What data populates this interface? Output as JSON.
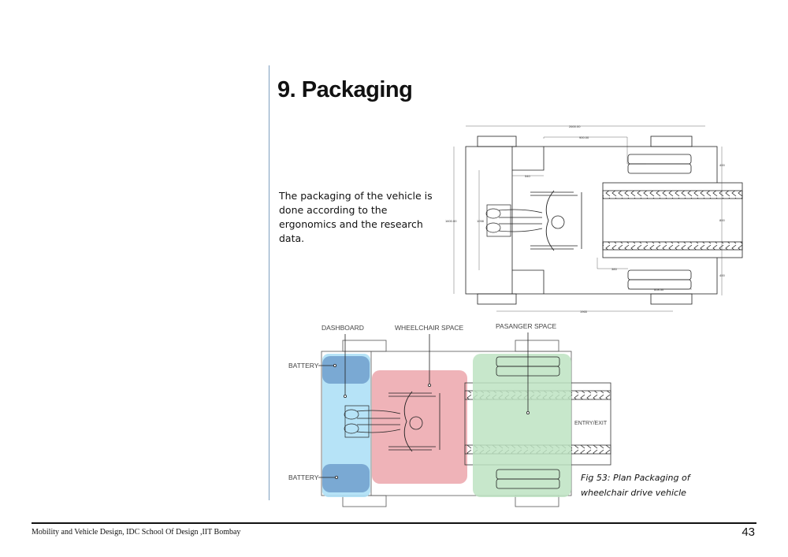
{
  "page": {
    "title": "9. Packaging",
    "intro": "The packaging of the vehicle is done according to the ergonomics and the research data.",
    "caption_line1": "Fig 53:  Plan Packaging of",
    "caption_line2": "wheelchair drive vehicle",
    "footer": "Mobility and Vehicle Design, IDC School Of Design ,IIT Bombay",
    "page_number": "43"
  },
  "plan_drawing": {
    "dimensions": {
      "overall_length": "2600.00",
      "dash_to_seat": "900.00",
      "dash_depth": "540",
      "overall_width": "1600.00",
      "inner_width": "1098",
      "side_top": "400",
      "ramp_width": "800",
      "side_bottom": "400",
      "ramp_gap": "385",
      "seat_width": "608.30",
      "wheelbase": "1965"
    }
  },
  "packaging_diagram": {
    "labels": {
      "dashboard": "DASHBOARD",
      "wheelchair_space": "WHEELCHAIR SPACE",
      "passenger_space": "PASANGER SPACE",
      "battery_top": "BATTERY",
      "battery_bottom": "BATTERY",
      "entry_exit": "ENTRY/EXIT"
    },
    "colors": {
      "dashboard_zone": "#aee0f6",
      "battery": "#7aa9d3",
      "wheelchair_zone": "#efb3b8",
      "passenger_zone": "#bde3c2"
    }
  }
}
